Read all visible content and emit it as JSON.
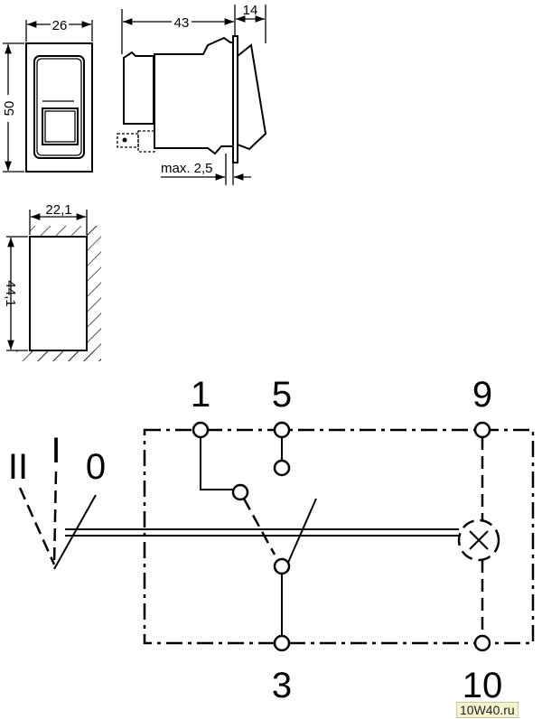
{
  "dimensions": {
    "front_width": "26",
    "front_height": "50",
    "side_depth": "43",
    "rocker_depth": "14",
    "panel_thickness": "max. 2,5",
    "cutout_width": "22,1",
    "cutout_height": "44,1"
  },
  "schematic": {
    "terminals": {
      "t1": "1",
      "t5": "5",
      "t9": "9",
      "t3": "3",
      "t10": "10"
    },
    "positions": {
      "p2": "II",
      "p1": "I",
      "p0": "0"
    }
  },
  "watermark": "10W40.ru"
}
